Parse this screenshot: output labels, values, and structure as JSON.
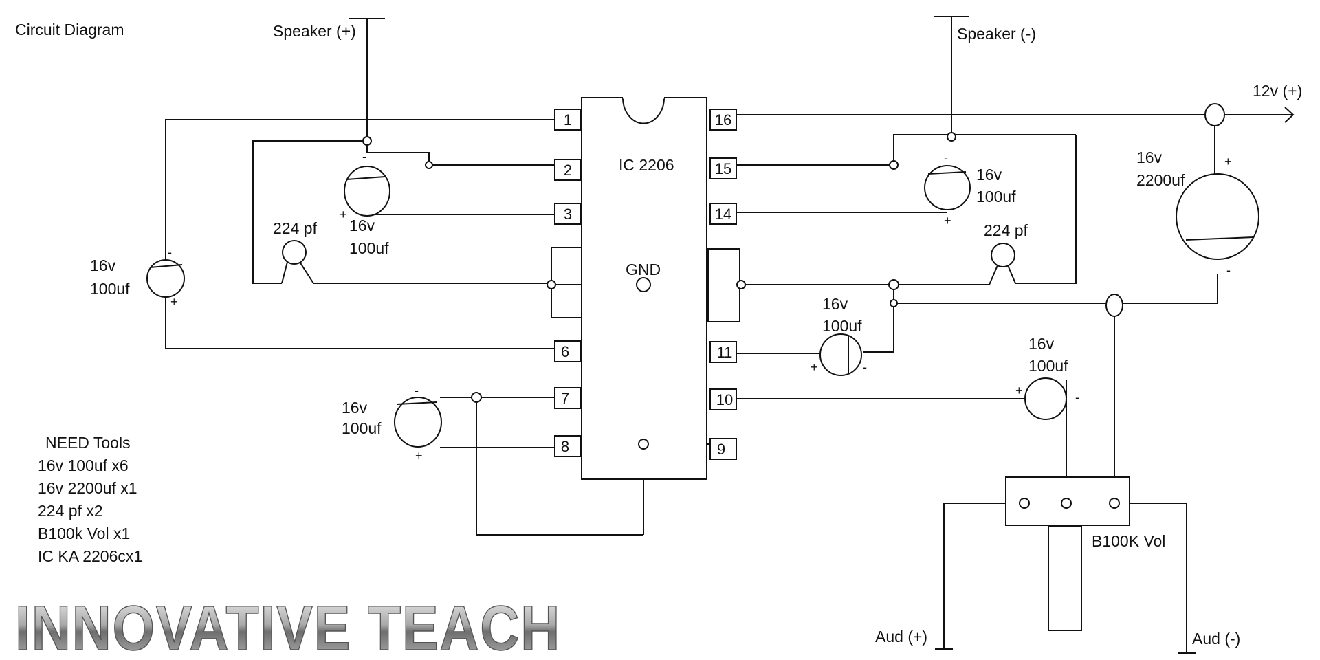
{
  "title": "Circuit Diagram",
  "ic_label": "IC 2206",
  "gnd_label": "GND",
  "pins": [
    "1",
    "2",
    "3",
    "6",
    "7",
    "8",
    "16",
    "15",
    "14",
    "11",
    "10",
    "9"
  ],
  "speaker_pos": "Speaker (+)",
  "speaker_neg": "Speaker (-)",
  "supply_label": "12v (+)",
  "cap_voltage": "16v",
  "cap_100": "100uf",
  "cap_2200": "2200uf",
  "cap_224": "224 pf",
  "plus": "+",
  "minus": "-",
  "vol_label": "B100K Vol",
  "aud_pos": "Aud (+)",
  "aud_neg": "Aud (-)",
  "tools_title": "NEED Tools",
  "tools": [
    "16v 100uf x6",
    "16v 2200uf x1",
    "224 pf x2",
    "B100k Vol x1",
    "IC KA 2206cx1"
  ],
  "logo": "INNOVATIVE TEACH"
}
